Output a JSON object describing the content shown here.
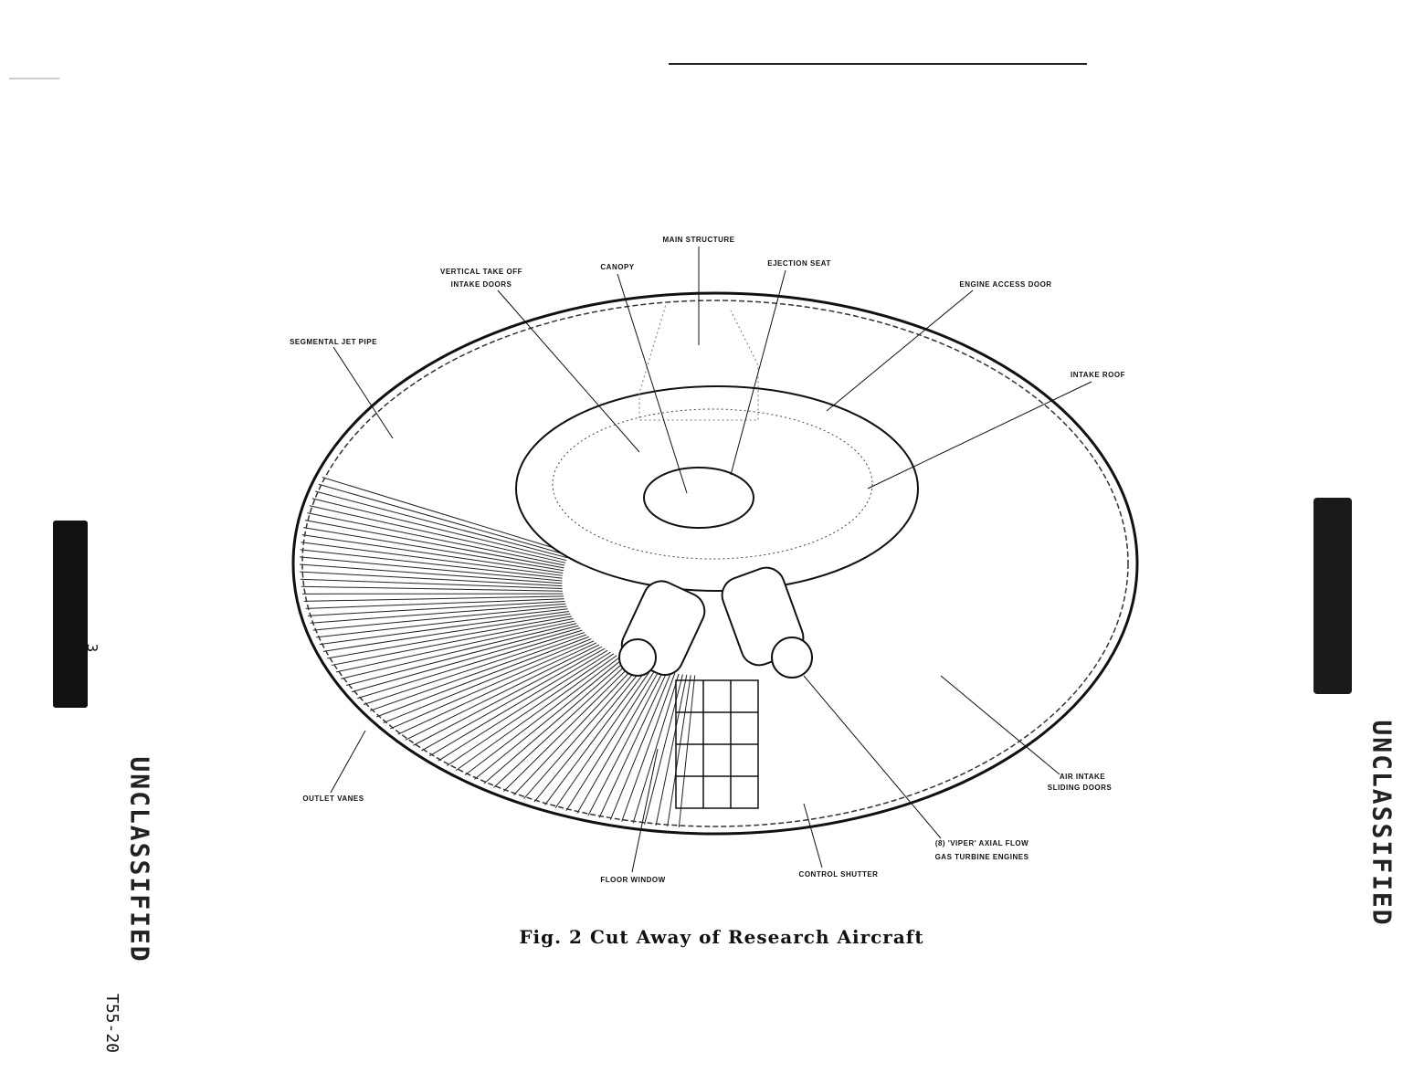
{
  "figure": {
    "caption": "Fig. 2  Cut Away of Research Aircraft",
    "labels": {
      "main_structure": "MAIN STRUCTURE",
      "canopy": "CANOPY",
      "ejection_seat": "EJECTION SEAT",
      "vto_intake_doors_1": "VERTICAL TAKE OFF",
      "vto_intake_doors_2": "INTAKE DOORS",
      "engine_access_door": "ENGINE ACCESS DOOR",
      "segmental_jet_pipe": "SEGMENTAL JET PIPE",
      "intake_roof": "INTAKE ROOF",
      "outlet_vanes": "OUTLET VANES",
      "floor_window": "FLOOR WINDOW",
      "control_shutter": "CONTROL SHUTTER",
      "air_intake_1": "AIR INTAKE",
      "air_intake_2": "SLIDING DOORS",
      "engines_1": "(8) 'VIPER' AXIAL FLOW",
      "engines_2": "GAS TURBINE ENGINES"
    }
  },
  "margin": {
    "page_number": "3",
    "classification_left": "UNCLASSIFIED",
    "classification_right": "UNCLASSIFIED",
    "doc_number": "T55-20"
  }
}
